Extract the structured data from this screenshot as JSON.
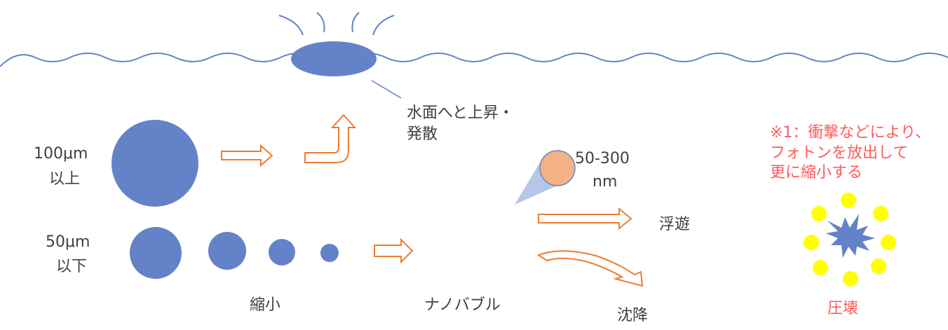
{
  "colors": {
    "bubble": "#6482c8",
    "nano": "#f4b183",
    "arrow": "#ed7d31",
    "note": "#ff5a5a",
    "photon": "#ffff00",
    "water": "#6482c8"
  },
  "surface_label": [
    "水面へと上昇・",
    "発散"
  ],
  "large_label": [
    "100μm",
    "以上"
  ],
  "small_label": [
    "50μm",
    "以下"
  ],
  "shrink_label": "縮小",
  "nanobubble_label": "ナノバブル",
  "size_label": [
    "50-300",
    "nm"
  ],
  "float_label": "浮遊",
  "sink_label": "沈降",
  "note": [
    "※1：衝撃などにより、",
    "フォトンを放出して",
    "更に縮小する"
  ],
  "collapse_label": "圧壊"
}
